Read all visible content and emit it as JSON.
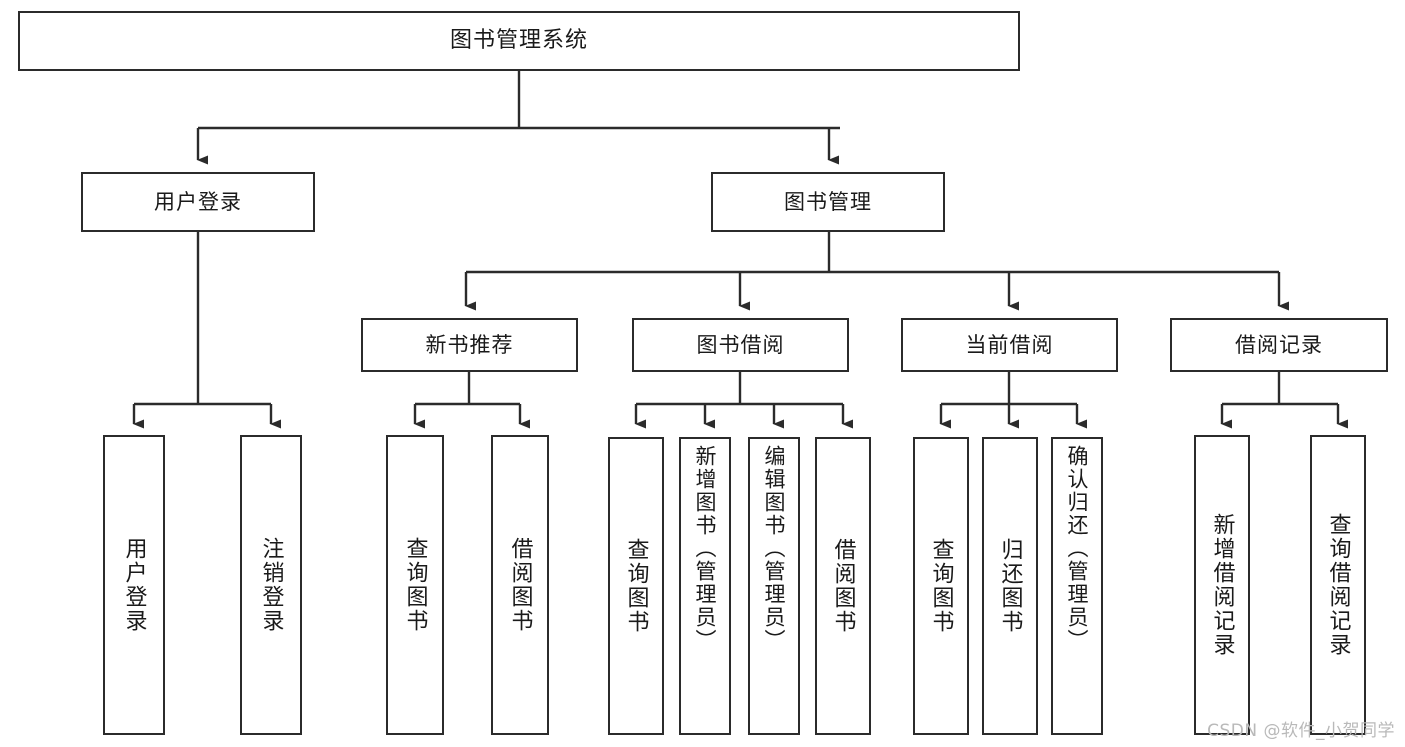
{
  "diagram": {
    "title": "图书管理系统",
    "type": "tree",
    "watermark": "CSDN @软件_小贺同学",
    "colors": {
      "stroke": "#2b2b2b",
      "fill": "#ffffff",
      "text": "#1a1a1a",
      "watermark": "#b9b9b9"
    },
    "nodes": {
      "root": "图书管理系统",
      "level2": [
        "用户登录",
        "图书管理"
      ],
      "level3": [
        "新书推荐",
        "图书借阅",
        "当前借阅",
        "借阅记录"
      ],
      "leaves": {
        "user_login": [
          "用户登录",
          "注销登录"
        ],
        "new_book_recommend": [
          "查询图书",
          "借阅图书"
        ],
        "book_borrow": [
          "查询图书",
          "新增图书（管理员）",
          "编辑图书（管理员）",
          "借阅图书"
        ],
        "current_borrow": [
          "查询图书",
          "归还图书",
          "确认归还（管理员）"
        ],
        "borrow_record": [
          "新增借阅记录",
          "查询借阅记录"
        ]
      }
    }
  }
}
